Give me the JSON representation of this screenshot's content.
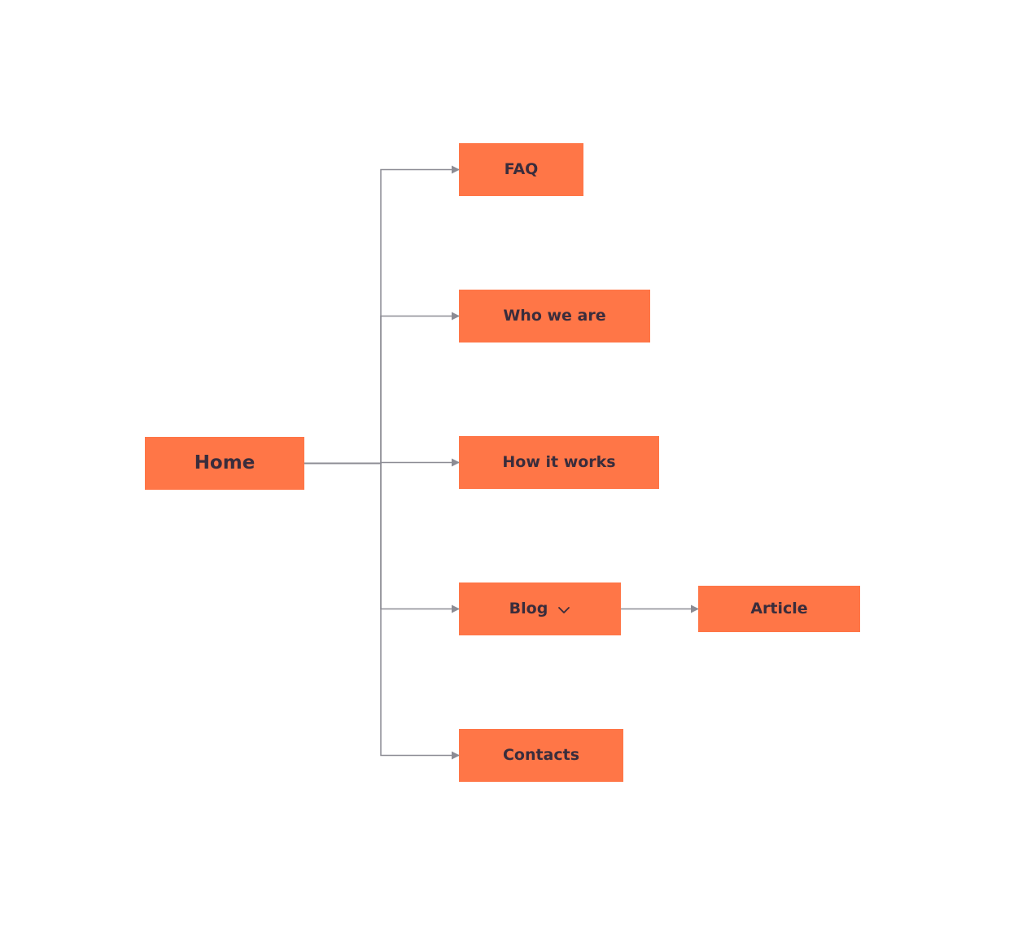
{
  "colors": {
    "node_fill": "#FF7647",
    "node_text": "#3A2D3C",
    "connector": "#8C8C94"
  },
  "nodes": {
    "home": {
      "label": "Home"
    },
    "faq": {
      "label": "FAQ"
    },
    "who_we_are": {
      "label": "Who we are"
    },
    "how_it_works": {
      "label": "How it works"
    },
    "blog": {
      "label": "Blog",
      "icon": "chevron-down-icon"
    },
    "article": {
      "label": "Article"
    },
    "contacts": {
      "label": "Contacts"
    }
  },
  "edges": [
    {
      "from": "home",
      "to": "faq"
    },
    {
      "from": "home",
      "to": "who_we_are"
    },
    {
      "from": "home",
      "to": "how_it_works"
    },
    {
      "from": "home",
      "to": "blog"
    },
    {
      "from": "home",
      "to": "contacts"
    },
    {
      "from": "blog",
      "to": "article"
    }
  ]
}
